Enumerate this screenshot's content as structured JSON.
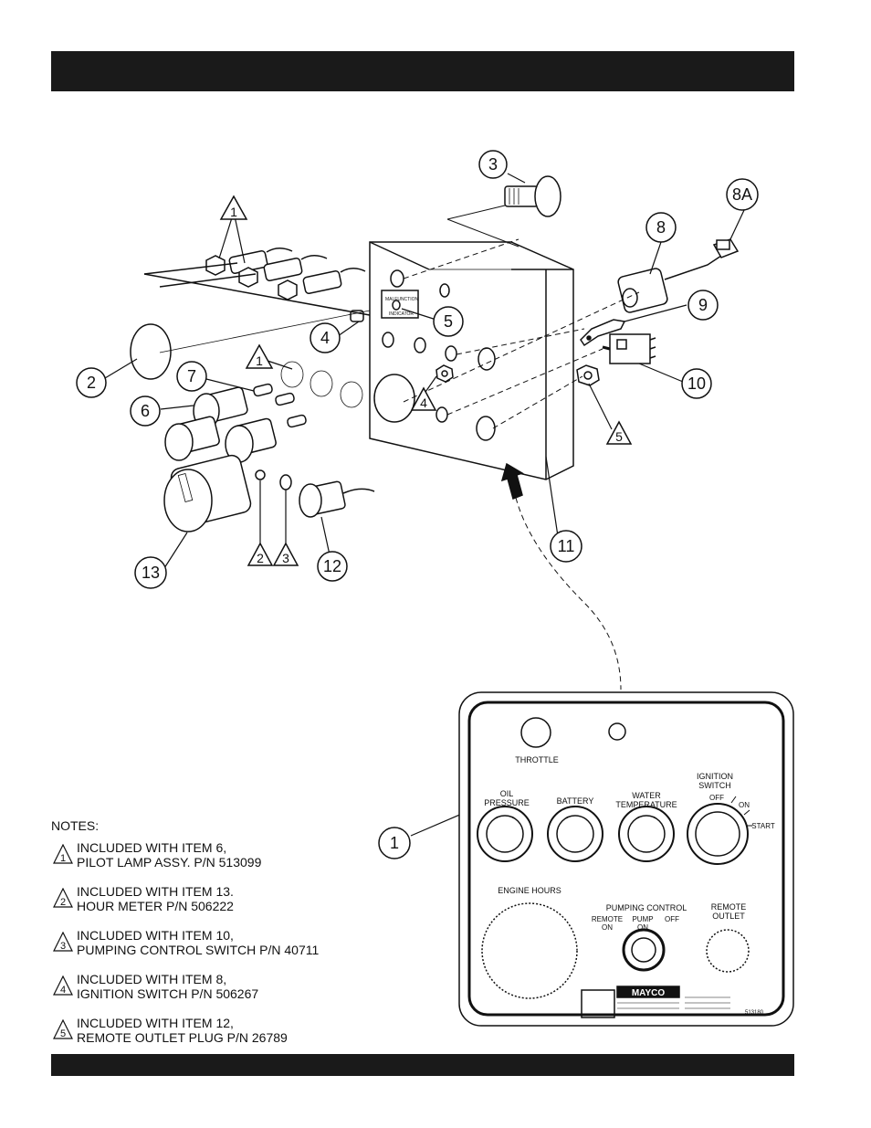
{
  "callouts": {
    "c1": "1",
    "c2": "2",
    "c3": "3",
    "c4": "4",
    "c5": "5",
    "c6": "6",
    "c7": "7",
    "c8": "8",
    "c8a": "8A",
    "c9": "9",
    "c10": "10",
    "c11": "11",
    "c12": "12",
    "c13": "13"
  },
  "flags": {
    "f1a": "1",
    "f1b": "1",
    "f2": "2",
    "f3": "3",
    "f4": "4",
    "f5": "5"
  },
  "panel": {
    "throttle": "THROTTLE",
    "oil1": "OIL",
    "oil2": "PRESSURE",
    "battery": "BATTERY",
    "water1": "WATER",
    "water2": "TEMPERATURE",
    "ign1": "IGNITION",
    "ign2": "SWITCH",
    "off": "OFF",
    "on": "ON",
    "start": "START",
    "engine_hours": "ENGINE HOURS",
    "pumping_control": "PUMPING CONTROL",
    "remote_on1": "REMOTE",
    "remote_on2": "ON",
    "pump_on1": "PUMP",
    "pump_on2": "ON",
    "pc_off": "OFF",
    "remote_outlet1": "REMOTE",
    "remote_outlet2": "OUTLET",
    "logo": "MAYCO",
    "part_no": "513180"
  },
  "notes": {
    "title": "NOTES:",
    "items": [
      {
        "num": "1",
        "line1": "INCLUDED WITH ITEM 6,",
        "line2": "PILOT LAMP ASSY. P/N 513099"
      },
      {
        "num": "2",
        "line1": "INCLUDED WITH ITEM 13.",
        "line2": "HOUR METER P/N 506222"
      },
      {
        "num": "3",
        "line1": "INCLUDED WITH ITEM 10,",
        "line2": "PUMPING CONTROL SWITCH P/N 40711"
      },
      {
        "num": "4",
        "line1": "INCLUDED WITH ITEM 8,",
        "line2": "IGNITION SWITCH P/N 506267"
      },
      {
        "num": "5",
        "line1": "INCLUDED WITH ITEM 12,",
        "line2": "REMOTE OUTLET PLUG P/N 26789"
      }
    ]
  }
}
